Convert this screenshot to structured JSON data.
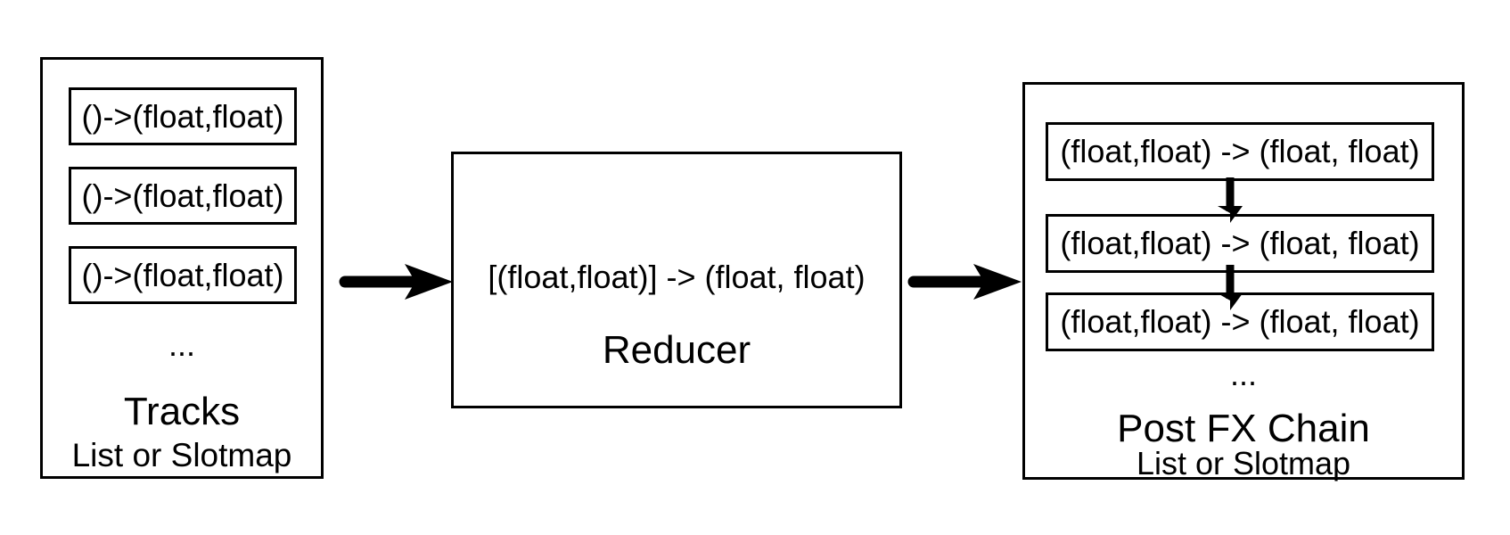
{
  "diagram": {
    "colors": {
      "stroke": "#000000",
      "background": "#ffffff"
    },
    "tracks": {
      "slots": [
        "()->(float,float)",
        "()->(float,float)",
        "()->(float,float)"
      ],
      "ellipsis": "...",
      "title": "Tracks",
      "subtitle": "List or Slotmap"
    },
    "reducer": {
      "signature": "[(float,float)] -> (float, float)",
      "title": "Reducer"
    },
    "postfx": {
      "slots": [
        "(float,float) -> (float, float)",
        "(float,float) -> (float, float)",
        "(float,float) -> (float, float)"
      ],
      "ellipsis": "...",
      "title": "Post FX Chain",
      "subtitle": "List or Slotmap"
    }
  }
}
